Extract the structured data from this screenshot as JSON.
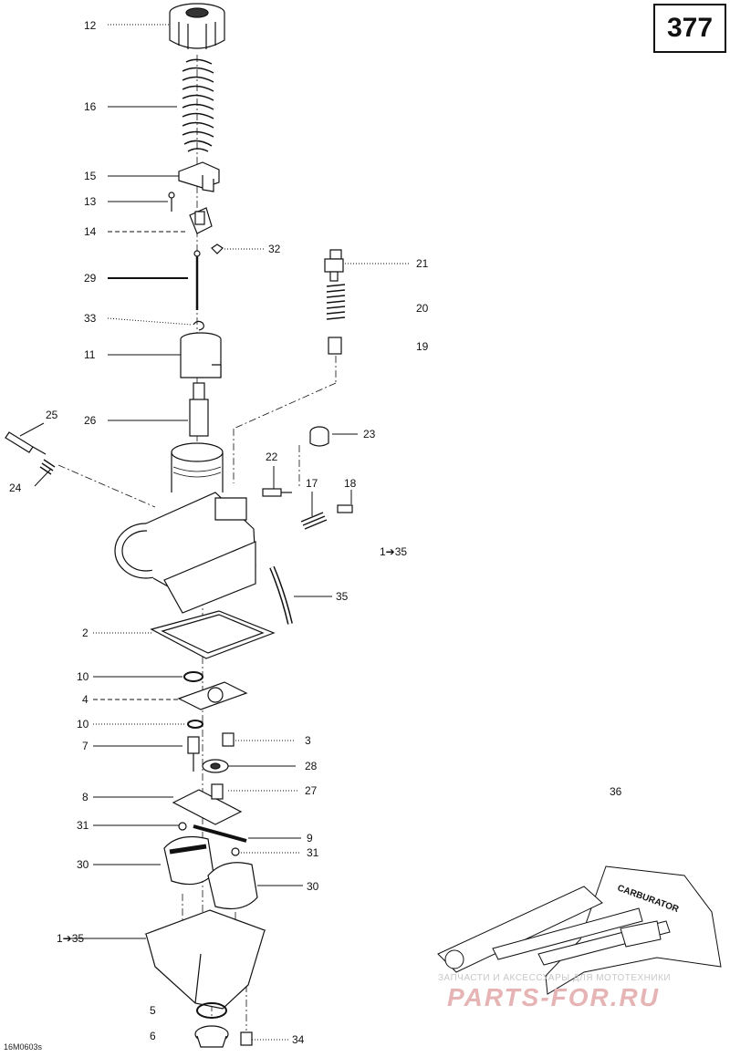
{
  "page_number": "377",
  "drawing_code": "16M0603s",
  "watermark": {
    "line1": "ЗАПЧАСТИ И АКСЕССУАРЫ ДЛЯ МОТОТЕХНИКИ",
    "line2": "PARTS-FOR.RU"
  },
  "tool_kit_label": "CARBURATOR",
  "callouts": [
    {
      "id": "c12",
      "text": "12"
    },
    {
      "id": "c16",
      "text": "16"
    },
    {
      "id": "c15",
      "text": "15"
    },
    {
      "id": "c13",
      "text": "13"
    },
    {
      "id": "c14",
      "text": "14"
    },
    {
      "id": "c32",
      "text": "32"
    },
    {
      "id": "c29",
      "text": "29"
    },
    {
      "id": "c21",
      "text": "21"
    },
    {
      "id": "c20",
      "text": "20"
    },
    {
      "id": "c33",
      "text": "33"
    },
    {
      "id": "c19",
      "text": "19"
    },
    {
      "id": "c11",
      "text": "11"
    },
    {
      "id": "c26",
      "text": "26"
    },
    {
      "id": "c25",
      "text": "25"
    },
    {
      "id": "c23",
      "text": "23"
    },
    {
      "id": "c22",
      "text": "22"
    },
    {
      "id": "c24",
      "text": "24"
    },
    {
      "id": "c17",
      "text": "17"
    },
    {
      "id": "c18",
      "text": "18"
    },
    {
      "id": "c1to35a",
      "text": "1➔35"
    },
    {
      "id": "c35",
      "text": "35"
    },
    {
      "id": "c2",
      "text": "2"
    },
    {
      "id": "c10a",
      "text": "10"
    },
    {
      "id": "c4",
      "text": "4"
    },
    {
      "id": "c10b",
      "text": "10"
    },
    {
      "id": "c3",
      "text": "3"
    },
    {
      "id": "c7",
      "text": "7"
    },
    {
      "id": "c28",
      "text": "28"
    },
    {
      "id": "c8",
      "text": "8"
    },
    {
      "id": "c27",
      "text": "27"
    },
    {
      "id": "c36",
      "text": "36"
    },
    {
      "id": "c31a",
      "text": "31"
    },
    {
      "id": "c9",
      "text": "9"
    },
    {
      "id": "c31b",
      "text": "31"
    },
    {
      "id": "c30a",
      "text": "30"
    },
    {
      "id": "c30b",
      "text": "30"
    },
    {
      "id": "c1to35b",
      "text": "1➔35"
    },
    {
      "id": "c5",
      "text": "5"
    },
    {
      "id": "c6",
      "text": "6"
    },
    {
      "id": "c34",
      "text": "34"
    }
  ]
}
